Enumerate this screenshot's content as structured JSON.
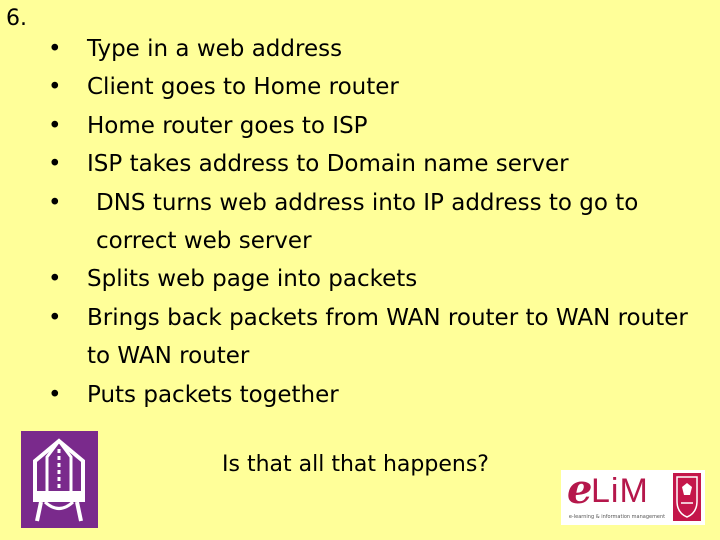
{
  "slide": {
    "number": "6.",
    "bullets": [
      "Type in a web address",
      "Client goes to Home router",
      "Home router goes to ISP",
      "ISP takes address to Domain name server",
      "DNS turns web address into IP address to go to correct web server",
      "Splits web page into packets",
      "Brings back packets from WAN router to WAN router to WAN router",
      "Puts packets together"
    ],
    "question": "Is that all that happens?"
  },
  "logos": {
    "left_icon": "bishop-mitre-icon",
    "right_brand": "eLiM",
    "right_brand_e": "e",
    "right_brand_rest": "LiM",
    "right_tagline": "e-learning & information management",
    "right_icon": "crest-icon"
  },
  "colors": {
    "background": "#ffff99",
    "logo_purple": "#7a2a8c",
    "brand_red": "#b5174b"
  }
}
